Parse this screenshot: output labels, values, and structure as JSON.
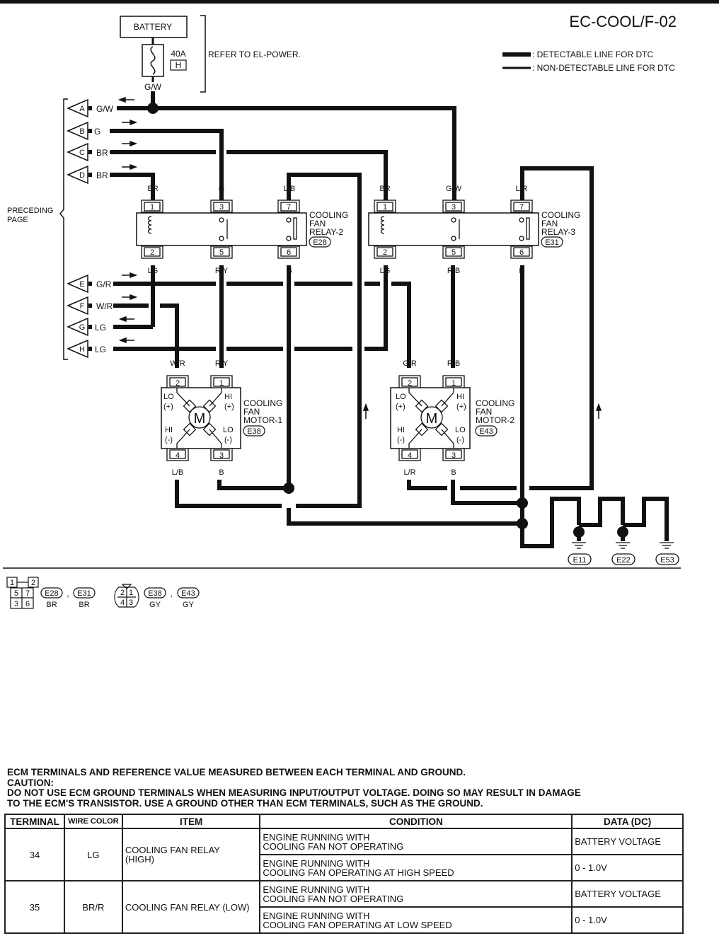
{
  "header": {
    "code": "EC-COOL/F-02"
  },
  "legend": {
    "detectable": ": DETECTABLE LINE FOR DTC",
    "non_detectable": ": NON-DETECTABLE LINE FOR DTC"
  },
  "power": {
    "battery": "BATTERY",
    "fuse_rating": "40A",
    "fuse_letter": "H",
    "refer": "REFER TO EL-POWER.",
    "main_wire": "G/W"
  },
  "preceding": {
    "line1": "PRECEDING",
    "line2": "PAGE"
  },
  "connectors_left": [
    {
      "letter": "A",
      "wire": "G/W"
    },
    {
      "letter": "B",
      "wire": "G"
    },
    {
      "letter": "C",
      "wire": "BR"
    },
    {
      "letter": "D",
      "wire": "BR"
    },
    {
      "letter": "E",
      "wire": "G/R"
    },
    {
      "letter": "F",
      "wire": "W/R"
    },
    {
      "letter": "G",
      "wire": "LG"
    },
    {
      "letter": "H",
      "wire": "LG"
    }
  ],
  "relay2": {
    "name1": "COOLING",
    "name2": "FAN",
    "name3": "RELAY-2",
    "conn": "E28",
    "pins_top": [
      "1",
      "3",
      "7"
    ],
    "wires_top": [
      "BR",
      "G",
      "L/B"
    ],
    "pins_bottom": [
      "2",
      "5",
      "6"
    ],
    "wires_bottom": [
      "LG",
      "R/Y",
      "B"
    ]
  },
  "relay3": {
    "name1": "COOLING",
    "name2": "FAN",
    "name3": "RELAY-3",
    "conn": "E31",
    "pins_top": [
      "1",
      "3",
      "7"
    ],
    "wires_top": [
      "BR",
      "G/W",
      "L/R"
    ],
    "pins_bottom": [
      "2",
      "5",
      "6"
    ],
    "wires_bottom": [
      "LG",
      "R/B",
      "B"
    ]
  },
  "motor1": {
    "name1": "COOLING",
    "name2": "FAN",
    "name3": "MOTOR-1",
    "conn": "E38",
    "pins": [
      "2",
      "1",
      "4",
      "3"
    ],
    "wires_top": [
      "W/R",
      "R/Y"
    ],
    "wires_bottom": [
      "L/B",
      "B"
    ],
    "lo": "LO",
    "hi": "HI",
    "plus": "(+)",
    "minus": "(-)",
    "m": "M"
  },
  "motor2": {
    "name1": "COOLING",
    "name2": "FAN",
    "name3": "MOTOR-2",
    "conn": "E43",
    "pins": [
      "2",
      "1",
      "4",
      "3"
    ],
    "wires_top": [
      "G/R",
      "R/B"
    ],
    "wires_bottom": [
      "L/R",
      "B"
    ],
    "lo": "LO",
    "hi": "HI",
    "plus": "(+)",
    "minus": "(-)",
    "m": "M"
  },
  "grounds": {
    "wire": "B",
    "labels": [
      "E11",
      "E22",
      "E53"
    ]
  },
  "connector_key": {
    "pins_a": [
      "1",
      "2",
      "5",
      "7",
      "3",
      "6"
    ],
    "a1": "E28",
    "a2": "E31",
    "a_color": "BR",
    "pins_b": [
      "2",
      "1",
      "4",
      "3"
    ],
    "b1": "E38",
    "b2": "E43",
    "b_color": "GY",
    "sep": ","
  },
  "notes": {
    "heading": "ECM TERMINALS AND REFERENCE VALUE MEASURED BETWEEN EACH TERMINAL AND GROUND.",
    "caution": "CAUTION:",
    "line1": "DO NOT USE ECM GROUND TERMINALS WHEN MEASURING INPUT/OUTPUT VOLTAGE. DOING SO MAY RESULT IN DAMAGE",
    "line2": "TO THE ECM'S TRANSISTOR. USE A GROUND OTHER THAN ECM TERMINALS, SUCH AS THE GROUND."
  },
  "table": {
    "headers": [
      "TERMINAL",
      "WIRE COLOR",
      "ITEM",
      "CONDITION",
      "DATA (DC)"
    ],
    "rows": [
      {
        "terminal": "34",
        "wire": "LG",
        "item": "COOLING FAN RELAY\n(HIGH)",
        "cond1": "ENGINE RUNNING WITH\nCOOLING FAN NOT OPERATING",
        "data1": "BATTERY VOLTAGE",
        "cond2": "ENGINE RUNNING WITH\nCOOLING FAN OPERATING AT HIGH SPEED",
        "data2": "0 - 1.0V"
      },
      {
        "terminal": "35",
        "wire": "BR/R",
        "item": "COOLING FAN RELAY (LOW)",
        "cond1": "ENGINE RUNNING WITH\nCOOLING FAN NOT OPERATING",
        "data1": "BATTERY VOLTAGE",
        "cond2": "ENGINE RUNNING WITH\nCOOLING FAN OPERATING AT LOW SPEED",
        "data2": "0 - 1.0V"
      }
    ]
  }
}
